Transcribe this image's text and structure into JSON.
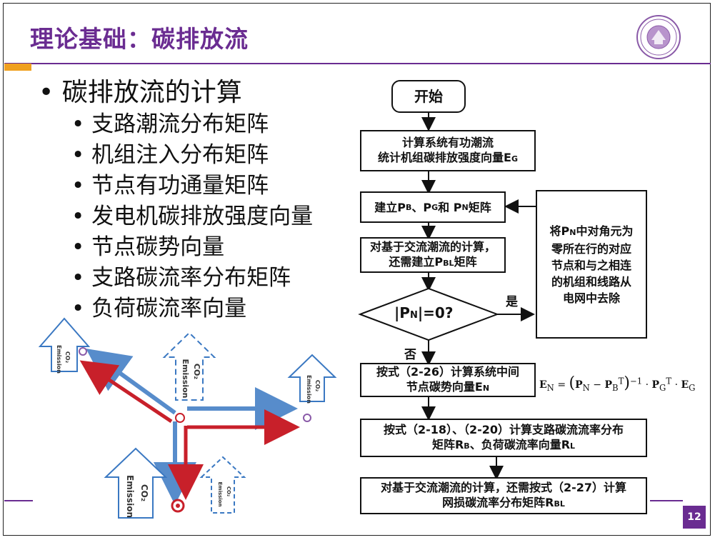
{
  "title": "理论基础：碳排放流",
  "bullets": {
    "main": "碳排放流的计算",
    "sub": [
      "支路潮流分布矩阵",
      "机组注入分布矩阵",
      "节点有功通量矩阵",
      "发电机碳排放强度向量",
      "节点碳势向量",
      "支路碳流率分布矩阵",
      "负荷碳流率向量"
    ]
  },
  "diagram": {
    "emission": "Emission",
    "co2": "CO₂"
  },
  "flow": {
    "start": "开始",
    "step1_l1": "计算系统有功潮流",
    "step1_l2": "统计机组碳排放强度向量E",
    "step1_sub": "G",
    "step2_a": "建立P",
    "step2_b": "B",
    "step2_c": "、P",
    "step2_d": "G",
    "step2_e": "和 P",
    "step2_f": "N",
    "step2_g": "矩阵",
    "step3_l1": "对基于交流潮流的计算，",
    "step3_l2": "还需建立P",
    "step3_sub": "BL",
    "step3_end": "矩阵",
    "decision_a": "|P",
    "decision_b": "N",
    "decision_c": "|=0?",
    "yes": "是",
    "no": "否",
    "side_l1a": "将P",
    "side_l1b": "N",
    "side_l1c": "中对角元为",
    "side_l2": "零所在行的对应",
    "side_l3": "节点和与之相连",
    "side_l4": "的机组和线路从",
    "side_l5": "电网中去除",
    "step4_l1": "按式（2-26）计算系统中间",
    "step4_l2": "节点碳势向量E",
    "step4_sub": "N",
    "step5_l1": "按式（2-18）、（2-20）计算支路碳流流率分布",
    "step5_l2": "矩阵R",
    "step5_sub1": "B",
    "step5_mid": "、负荷碳流率向量R",
    "step5_sub2": "L",
    "step6_l1": "对基于交流潮流的计算，还需按式（2-27）计算",
    "step6_l2": "网损碳流率分布矩阵R",
    "step6_sub": "BL"
  },
  "formula": {
    "lhs": "E",
    "lhs_sub": "N",
    "eq": " = ",
    "open": "(",
    "p1": "P",
    "p1_sub": "N",
    "minus": " − ",
    "p2": "P",
    "p2_sub": "B",
    "p2_sup": "T",
    "close": ")",
    "inv": "−1",
    "dot1": " · ",
    "p3": "P",
    "p3_sub": "G",
    "p3_sup": "T",
    "dot2": " · ",
    "e": "E",
    "e_sub": "G"
  },
  "page_number": "12",
  "colors": {
    "accent": "#6a2c91",
    "orange": "#f0a020",
    "blue_line": "#3a78c2",
    "red_line": "#c8202a"
  }
}
